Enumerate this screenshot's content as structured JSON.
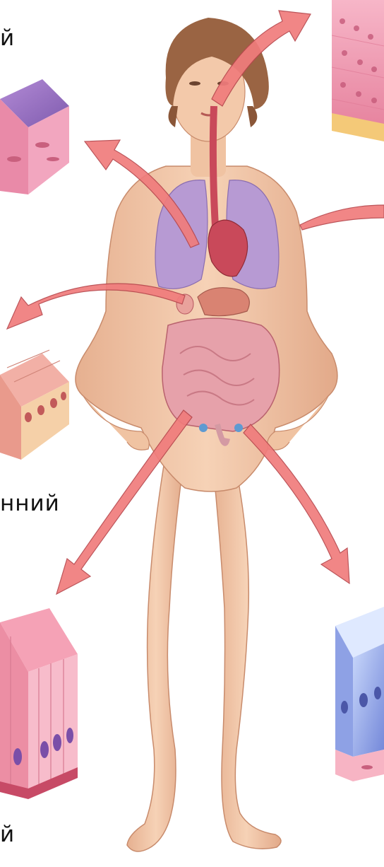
{
  "labels": {
    "top_left": "й",
    "middle_left": "нний",
    "bottom_left": "й"
  },
  "colors": {
    "skin": "#f3c7a6",
    "skin_shadow": "#d9a07f",
    "hair": "#9a6443",
    "lungs": "#b79ad3",
    "heart": "#c9495a",
    "intestine": "#e6a1aa",
    "stomach": "#d98372",
    "arrow": "#f07c7c",
    "arrow_edge": "#b7474d",
    "tissue_pink": "#f3a9c0",
    "tissue_purple": "#a780c8",
    "tissue_blue": "#8fa4e6"
  },
  "icons": [
    "human-body-figure",
    "tissue-block",
    "arrow"
  ]
}
